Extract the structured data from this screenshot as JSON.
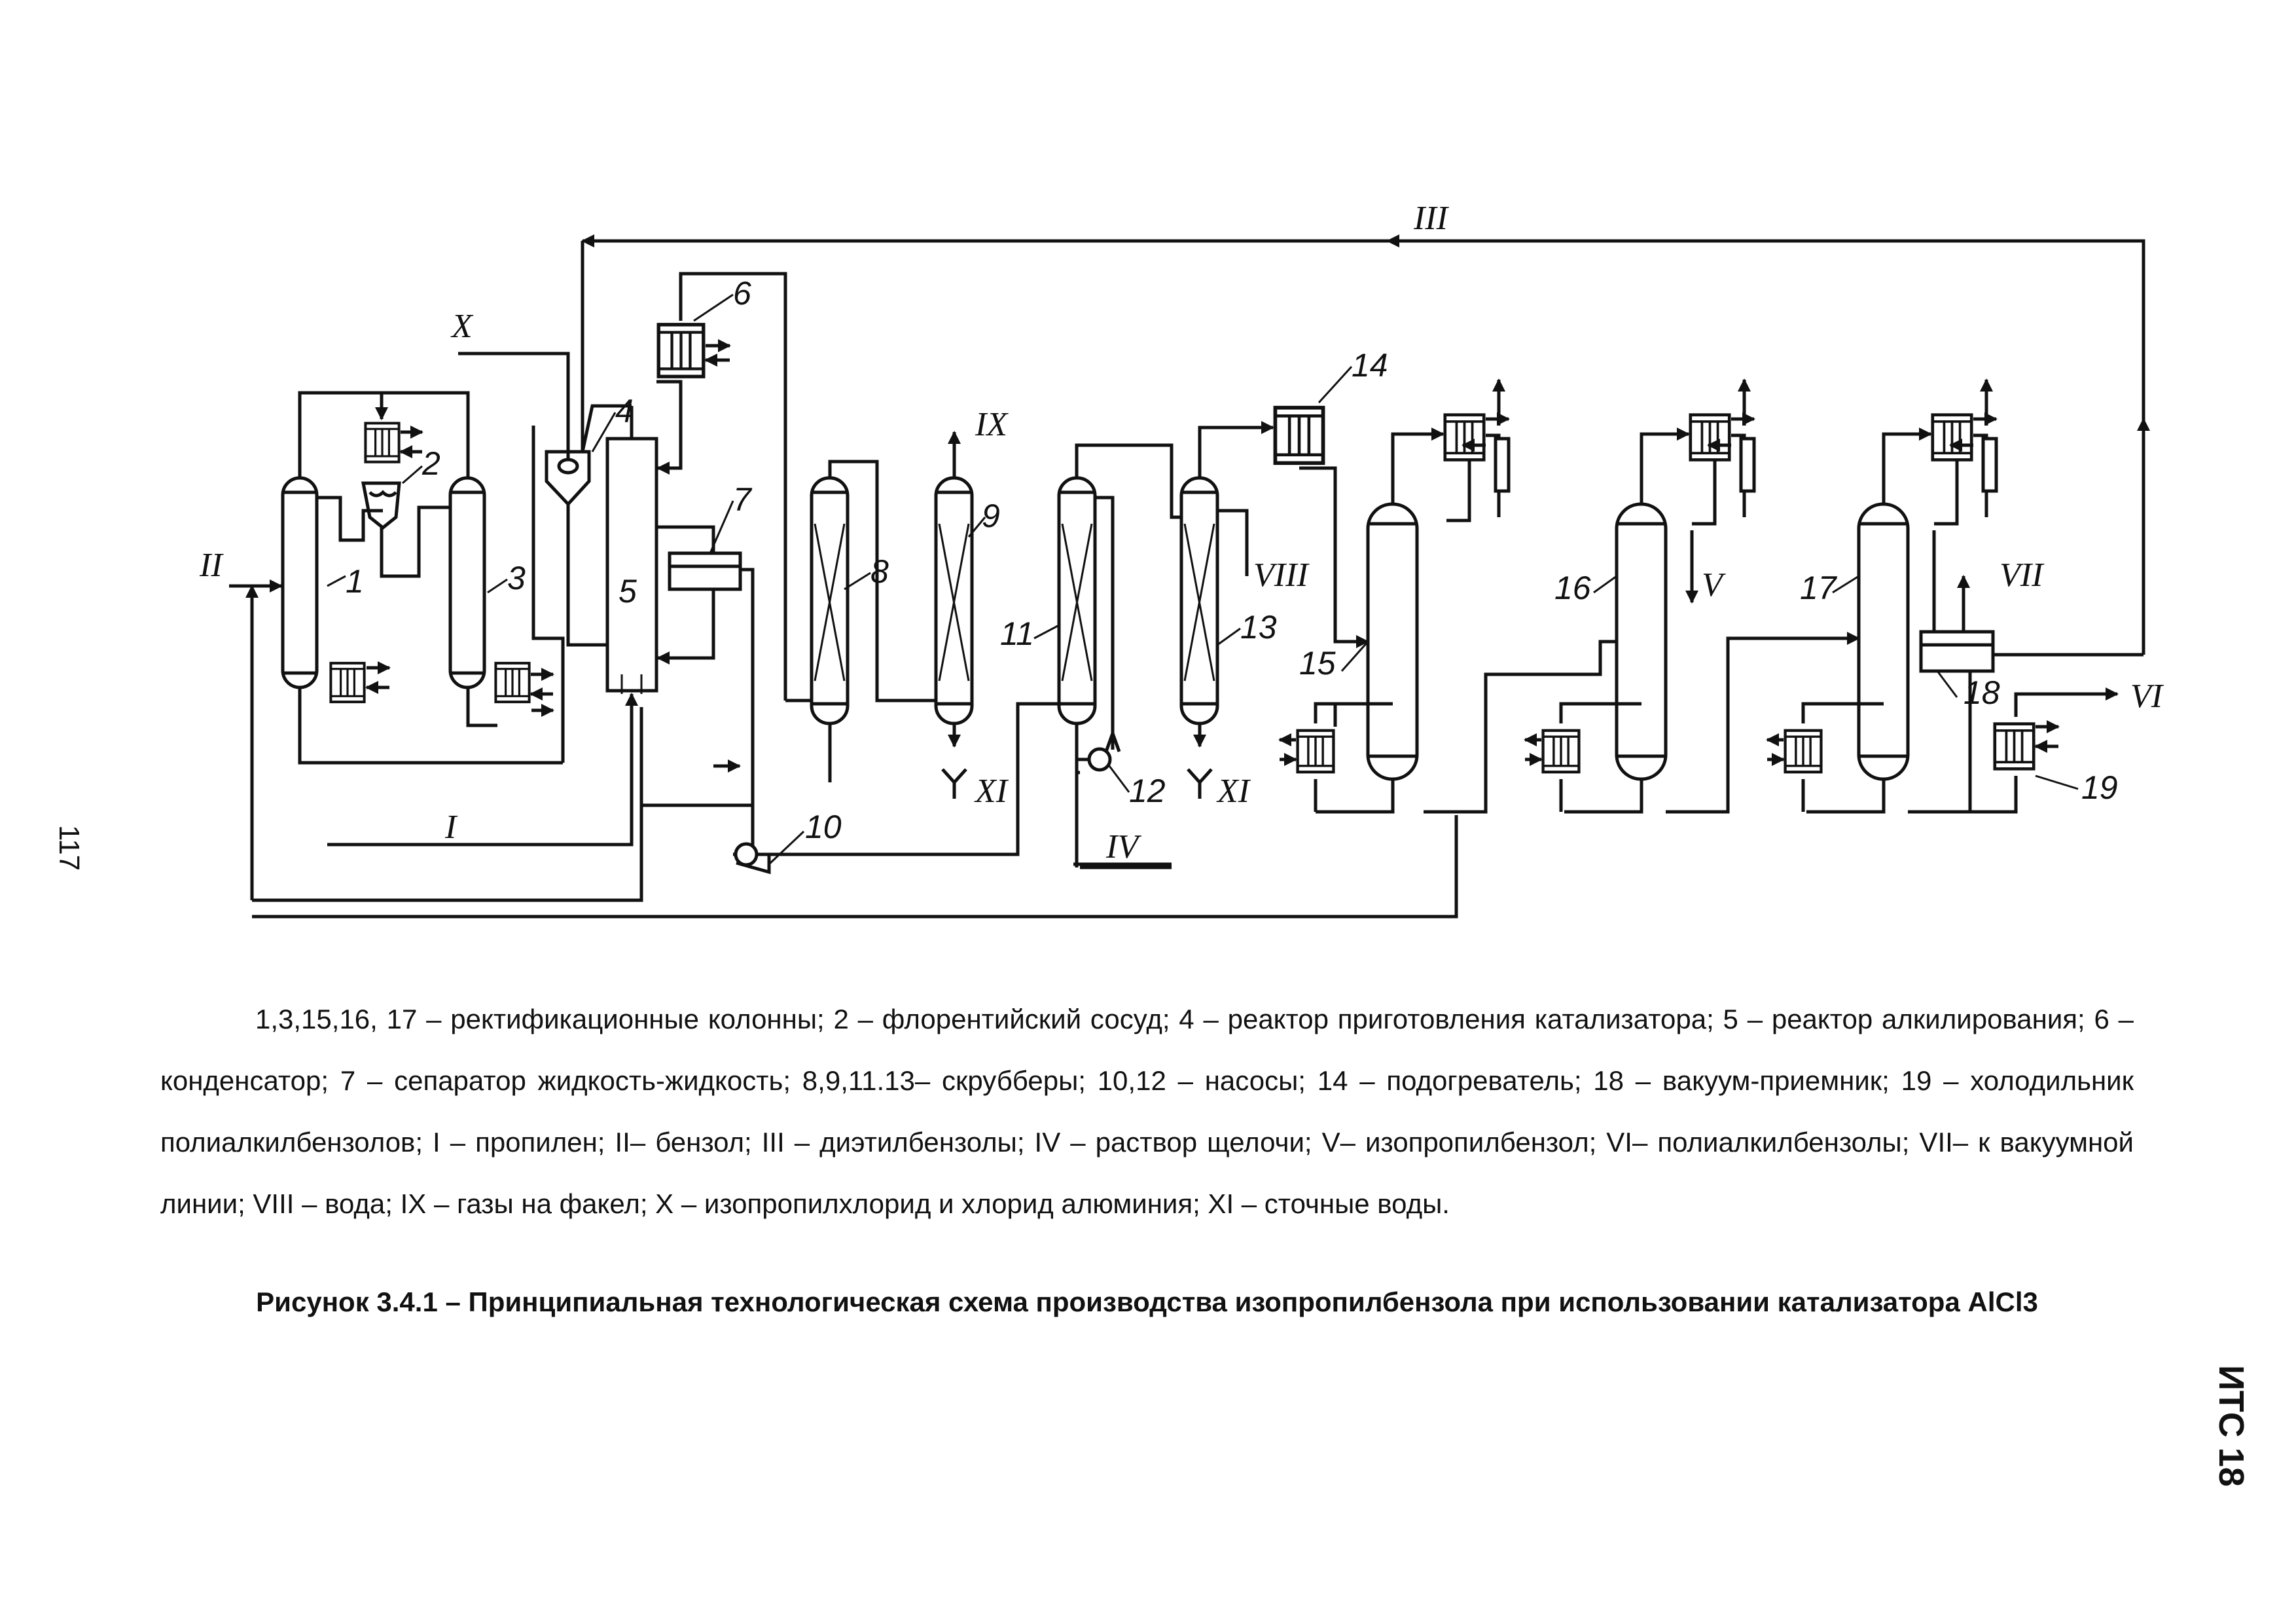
{
  "diagram": {
    "unit_labels": {
      "u1": "1",
      "u2": "2",
      "u3": "3",
      "u4": "4",
      "u5": "5",
      "u6": "6",
      "u7": "7",
      "u8": "8",
      "u9": "9",
      "u10": "10",
      "u11": "11",
      "u12": "12",
      "u13": "13",
      "u14": "14",
      "u15": "15",
      "u16": "16",
      "u17": "17",
      "u18": "18",
      "u19": "19"
    },
    "stream_labels": {
      "I": "I",
      "II": "II",
      "III": "III",
      "IV": "IV",
      "V": "V",
      "VI": "VI",
      "VII": "VII",
      "VIII": "VIII",
      "IX": "IX",
      "X": "X",
      "XI_a": "XI",
      "XI_b": "XI"
    }
  },
  "caption": {
    "legend": "1,3,15,16, 17 – ректификационные колонны; 2 – флорентийский сосуд; 4 – реактор приготовления катализатора; 5 – реактор алкилирования; 6 – конденсатор; 7 – сепаратор жидкость-жидкость; 8,9,11.13– скрубберы; 10,12 – насосы; 14 – подогреватель; 18 – вакуум-приемник; 19 – холодильник полиалкилбензолов; I – пропилен; II– бензол; III – диэтилбензолы; IV – раствор щелочи; V– изопропилбензол; VI– полиалкилбензолы; VII– к вакуумной линии; VIII – вода; IX – газы на факел; X – изопропилхлорид и хлорид алюминия; XI – сточные воды.",
    "figure_title": "Рисунок 3.4.1 – Принципиальная технологическая схема производства изопропилбензола при использовании катализатора AlCl3"
  },
  "page": {
    "number": "117",
    "doc_code": "ИТС 18"
  }
}
